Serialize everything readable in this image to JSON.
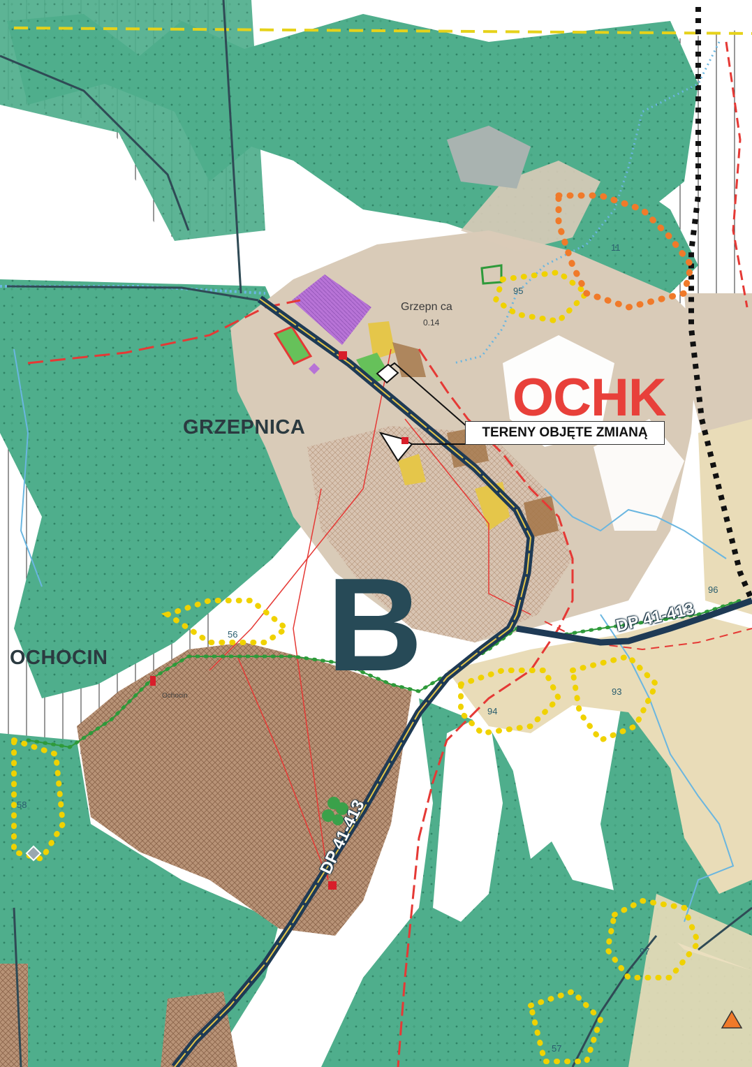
{
  "map": {
    "labels": {
      "ochk": "OCHK",
      "zone_b": "B",
      "village_grzepnica": "GRZEPNICA",
      "village_ochocin": "OCHOCIN",
      "place_grzepnica_small": "Grzepn ca",
      "place_grzepnica_value": "0.14",
      "place_ochocin_small": "Ochocin"
    },
    "callout": {
      "text": "TERENY OBJĘTE ZMIANĄ"
    },
    "roads": {
      "dp_upper": "DP 41-413",
      "dp_lower": "DP 41-413"
    },
    "site_numbers": [
      "95",
      "11",
      "96",
      "56",
      "93",
      "94",
      "58",
      "97",
      "57"
    ],
    "colors": {
      "forest_green": "#4fae8c",
      "open_land": "#ffffff",
      "agri_beige": "#d9cbb8",
      "brown_hatch": "#a98262",
      "tan_zone": "#e9dcb8",
      "road_dark": "#1e3a55",
      "boundary_red": "#e53935",
      "boundary_green": "#2e9a3a",
      "dotted_yellow": "#f0d200",
      "dotted_orange": "#f07a2a",
      "dotted_blue": "#6ab6e0",
      "dotted_black": "#111111",
      "purple_zone": "#b773d6",
      "yellow_zone": "#e5c64a",
      "green_zone": "#66c15a",
      "ochk_red": "#e8403a"
    },
    "icons": [
      "tree-cluster-icon",
      "warning-triangle-icon",
      "monument-square-icon",
      "diamond-symbol-icon"
    ]
  }
}
